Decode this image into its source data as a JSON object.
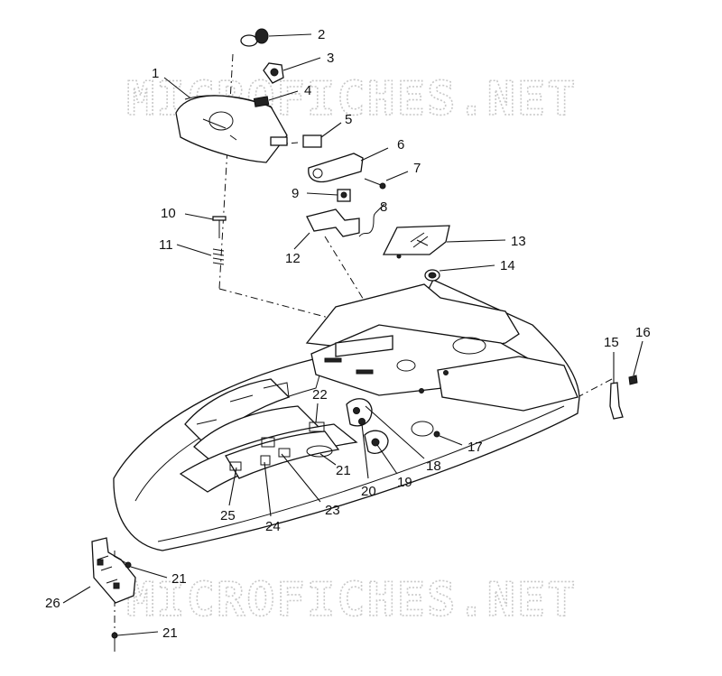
{
  "watermark": {
    "top": "MICROFICHES.NET",
    "bottom": "MICROFICHES.NET"
  },
  "callouts": {
    "c1": "1",
    "c2": "2",
    "c3": "3",
    "c4": "4",
    "c5": "5",
    "c6": "6",
    "c7": "7",
    "c8": "8",
    "c9": "9",
    "c10": "10",
    "c11": "11",
    "c12": "12",
    "c13": "13",
    "c14": "14",
    "c15": "15",
    "c16": "16",
    "c17": "17",
    "c18": "18",
    "c19": "19",
    "c20": "20",
    "c21a": "21",
    "c21b": "21",
    "c21c": "21",
    "c22": "22",
    "c23": "23",
    "c24": "24",
    "c25": "25",
    "c26": "26"
  }
}
